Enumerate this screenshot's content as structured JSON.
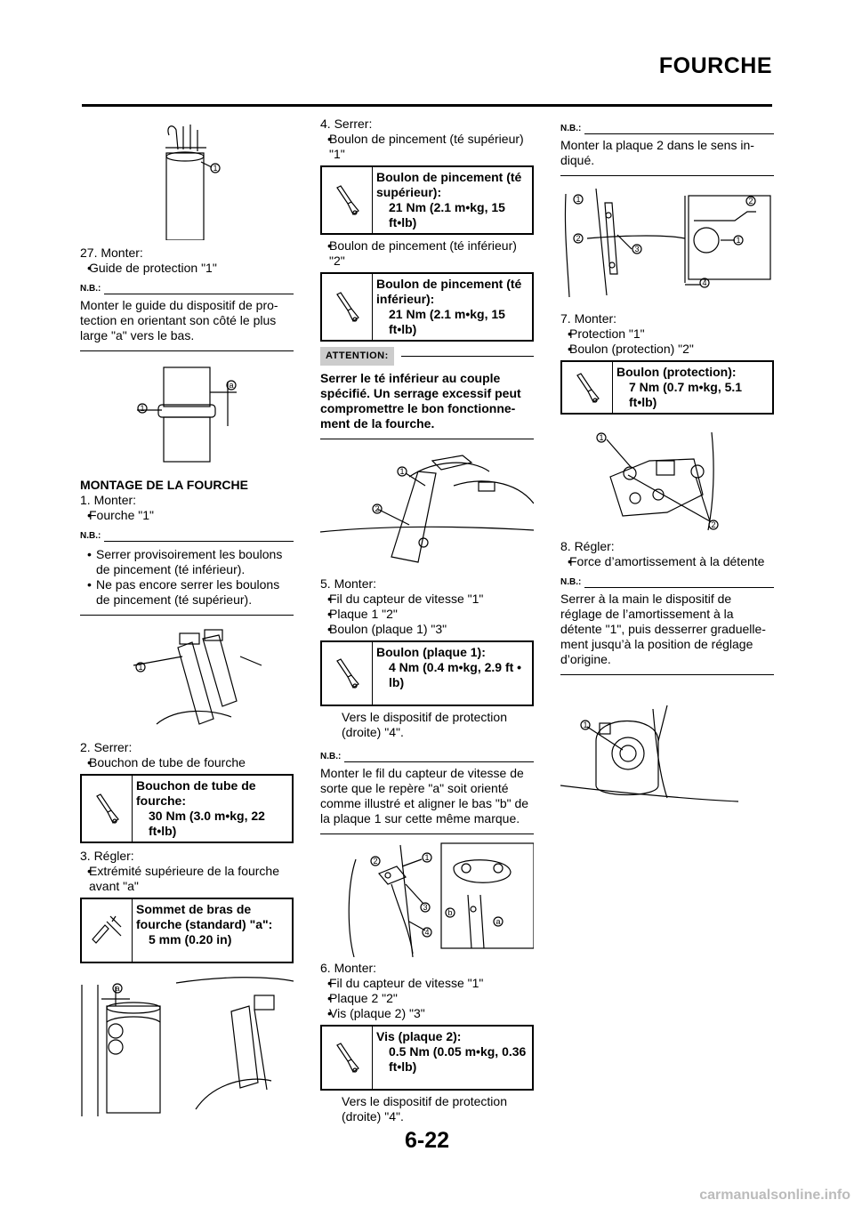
{
  "header": {
    "title": "FOURCHE"
  },
  "page_number": "6-22",
  "footer": "carmanualsonline.info",
  "col1": {
    "step27": "27. Monter:",
    "step27_b1": "Guide de protection \"1\"",
    "nb1_label": "N.B.:",
    "nb1_text": "Monter le guide du dispositif de pro-tection en orientant son côté le plus large \"a\" vers le bas.",
    "section_heading": "MONTAGE DE LA FOURCHE",
    "step1": "1.  Monter:",
    "step1_b1": "Fourche \"1\"",
    "nb2_label": "N.B.:",
    "nb2_b1": "Serrer provisoirement les boulons de pincement (té inférieur).",
    "nb2_b2": "Ne pas encore serrer les boulons de pincement (té supérieur).",
    "step2": "2.  Serrer:",
    "step2_b1": "Bouchon de tube de fourche",
    "spec1_title": "Bouchon de tube de fourche:",
    "spec1_value": "30 Nm (3.0 m•kg, 22 ft•lb)",
    "step3": "3.  Régler:",
    "step3_b1": "Extrémité supérieure de la fourche avant \"a\"",
    "spec2_title": "Sommet de bras de fourche (standard) \"a\":",
    "spec2_value": "5 mm (0.20 in)"
  },
  "col2": {
    "step4": "4.  Serrer:",
    "step4_b1": "Boulon de pincement (té supérieur) \"1\"",
    "spec3_title": "Boulon de pincement (té supérieur):",
    "spec3_value": "21 Nm (2.1 m•kg, 15 ft•lb)",
    "step4_b2": "Boulon de pincement (té inférieur) \"2\"",
    "spec4_title": "Boulon de pincement (té inférieur):",
    "spec4_value": "21 Nm (2.1 m•kg, 15 ft•lb)",
    "attn_label": "ATTENTION:",
    "attn_text": "Serrer le té inférieur au couple spécifié. Un serrage excessif peut compromettre le bon fonctionne-ment de la fourche.",
    "step5": "5.  Monter:",
    "step5_b1": "Fil du capteur de vitesse \"1\"",
    "step5_b2": "Plaque 1 \"2\"",
    "step5_b3": "Boulon (plaque 1) \"3\"",
    "spec5_title": "Boulon (plaque 1):",
    "spec5_value": "4 Nm (0.4 m•kg, 2.9 ft • lb)",
    "step5_after": "Vers le dispositif de protection (droite) \"4\".",
    "nb3_label": "N.B.:",
    "nb3_text": "Monter le fil du capteur de vitesse de sorte que le repère \"a\" soit orienté comme illustré et aligner le bas \"b\" de la plaque 1 sur cette même marque.",
    "step6": "6.  Monter:",
    "step6_b1": "Fil du capteur de vitesse \"1\"",
    "step6_b2": "Plaque 2 \"2\"",
    "step6_b3": "Vis (plaque 2) \"3\"",
    "spec6_title": "Vis (plaque 2):",
    "spec6_value": "0.5 Nm (0.05 m•kg, 0.36 ft•lb)",
    "step6_after": "Vers le dispositif de protection (droite) \"4\"."
  },
  "col3": {
    "nb4_label": "N.B.:",
    "nb4_text": "Monter la plaque 2 dans le sens in-diqué.",
    "step7": "7.  Monter:",
    "step7_b1": "Protection \"1\"",
    "step7_b2": "Boulon (protection) \"2\"",
    "spec7_title": "Boulon (protection):",
    "spec7_value": "7 Nm (0.7 m•kg, 5.1 ft•lb)",
    "step8": "8.  Régler:",
    "step8_b1": "Force d’amortissement à la détente",
    "nb5_label": "N.B.:",
    "nb5_text": "Serrer à la main le dispositif de réglage de l’amortissement à la détente \"1\", puis desserrer graduelle-ment jusqu’à la position de réglage d’origine."
  },
  "figure_labels": {
    "one": "1",
    "two": "2",
    "three": "3",
    "four": "4",
    "a": "a",
    "b": "b"
  }
}
